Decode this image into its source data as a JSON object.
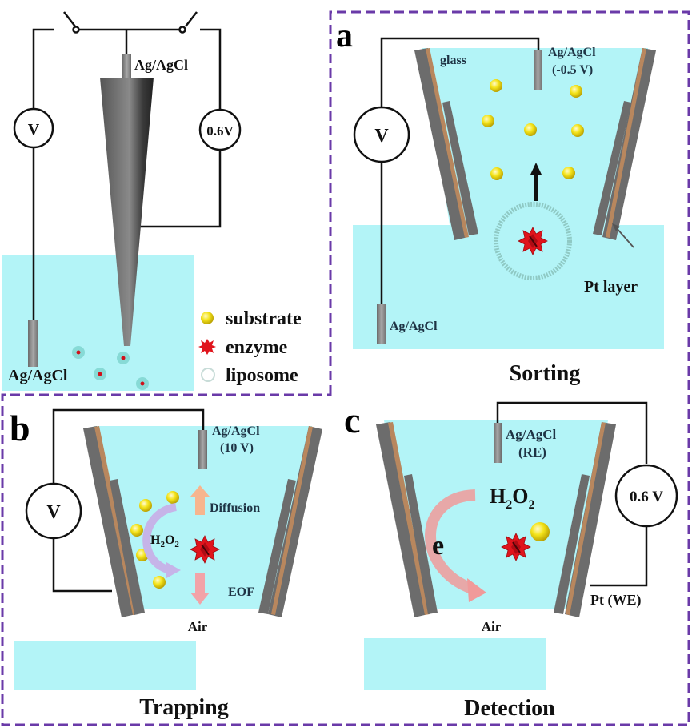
{
  "colors": {
    "solution": "#b3f4f7",
    "dashed_border": "#6a3aa8",
    "glass": "#6c6c6c",
    "pt_layer": "#b8875e",
    "substrate": "#f5e21d",
    "enzyme": "#e0141c",
    "liposome": "#8fc9c4",
    "electrode": "#7a7a7a",
    "diffusion_arrow": "#f7b58e",
    "eof_arrow": "#f2a3a8",
    "h2o2_arrow": "#c6b4e8",
    "e_arrow": "#f09a9a",
    "wire": "#111111"
  },
  "overview": {
    "top_electrode_label": "Ag/AgCl",
    "voltmeter_label": "V",
    "source_label": "0.6V",
    "bath_electrode_label": "Ag/AgCl"
  },
  "legend": {
    "items": [
      {
        "icon": "substrate-sphere-icon",
        "label": "substrate"
      },
      {
        "icon": "enzyme-star-icon",
        "label": "enzyme"
      },
      {
        "icon": "liposome-ring-icon",
        "label": "liposome"
      }
    ]
  },
  "panel_a": {
    "letter": "a",
    "glass_label": "glass",
    "electrode_label": "Ag/AgCl",
    "electrode_potential": "(-0.5 V)",
    "voltmeter_label": "V",
    "pt_label": "Pt layer",
    "bath_electrode_label": "Ag/AgCl",
    "caption": "Sorting"
  },
  "panel_b": {
    "letter": "b",
    "electrode_label": "Ag/AgCl",
    "electrode_potential": "(10 V)",
    "voltmeter_label": "V",
    "diffusion_label": "Diffusion",
    "h2o2_main": "H",
    "h2o2_sub1": "2",
    "h2o2_o": "O",
    "h2o2_sub2": "2",
    "eof_label": "EOF",
    "air_label": "Air",
    "caption": "Trapping"
  },
  "panel_c": {
    "letter": "c",
    "electrode_label": "Ag/AgCl",
    "electrode_role": "(RE)",
    "source_label": "0.6 V",
    "h2o2_main": "H",
    "h2o2_sub1": "2",
    "h2o2_o": "O",
    "h2o2_sub2": "2",
    "electron_label": "e",
    "pt_label": "Pt (WE)",
    "air_label": "Air",
    "caption": "Detection"
  }
}
